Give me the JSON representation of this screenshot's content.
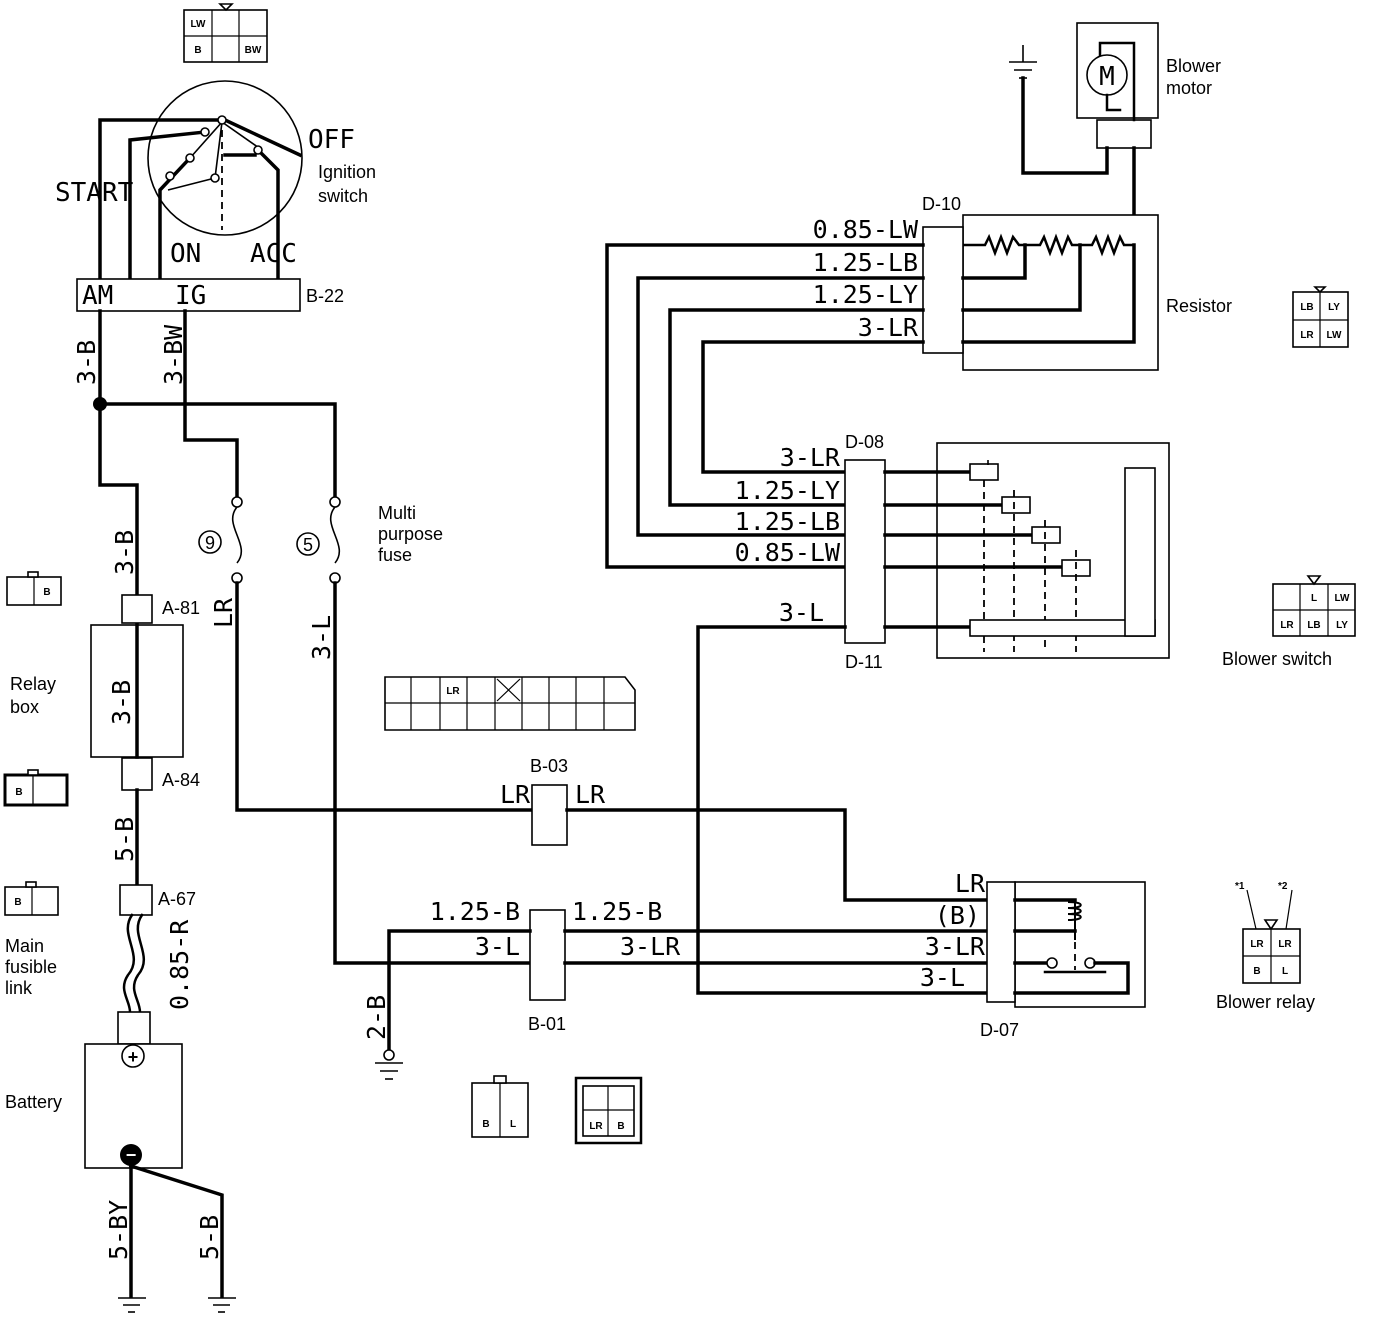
{
  "ignition": {
    "start": "START",
    "off": "OFF",
    "on": "ON",
    "acc": "ACC",
    "name": "Ignition\nswitch",
    "am": "AM",
    "ig": "IG",
    "connector": "B-22",
    "wire_am": "3-B",
    "wire_ig": "3-BW"
  },
  "fuse": {
    "title": "Multi\npurpose\nfuse",
    "num_a": "9",
    "num_b": "5",
    "wire_a": "LR",
    "wire_b": "3-L"
  },
  "relay_box": {
    "title": "Relay\nbox",
    "inner": "3-B",
    "top": "A-81",
    "bottom": "A-84",
    "wire_in": "3-B",
    "wire_out": "5-B"
  },
  "fusible_link": {
    "title": "Main\nfusible\nlink",
    "connector": "A-67",
    "wire": "0.85-R"
  },
  "battery": {
    "title": "Battery",
    "plus": "+",
    "minus": "−",
    "gnd_a": "5-BY",
    "gnd_b": "5-B"
  },
  "motor": {
    "title": "Blower\nmotor",
    "symbol": "M"
  },
  "resistor": {
    "title": "Resistor",
    "connector": "D-10",
    "wires": [
      "0.85-LW",
      "1.25-LB",
      "1.25-LY",
      "3-LR"
    ]
  },
  "blower_switch": {
    "title": "Blower switch",
    "top": "D-08",
    "bottom": "D-11",
    "wires": [
      "3-LR",
      "1.25-LY",
      "1.25-LB",
      "0.85-LW",
      "3-L"
    ]
  },
  "b03": {
    "connector": "B-03",
    "left": "LR",
    "right": "LR"
  },
  "b01": {
    "connector": "B-01",
    "left": [
      "1.25-B",
      "3-L"
    ],
    "right": [
      "1.25-B",
      "3-LR"
    ],
    "ground": "2-B"
  },
  "blower_relay": {
    "title": "Blower relay",
    "connector": "D-07",
    "wires": [
      "LR",
      "(B)",
      "3-LR",
      "3-L"
    ],
    "note1": "*1",
    "note2": "*2"
  },
  "connectors": {
    "ignition": [
      "LW",
      "B",
      "BW"
    ],
    "relay_box_top": [
      "B"
    ],
    "relay_box_bottom": [
      "B"
    ],
    "fusible": [
      "B"
    ],
    "multi": [
      "LR"
    ],
    "resistor": [
      "LB",
      "LY",
      "LR",
      "LW"
    ],
    "blower_switch": [
      "L",
      "LW",
      "LR",
      "LB",
      "LY"
    ],
    "blower_relay": [
      "LR",
      "LR",
      "B",
      "L"
    ],
    "b01_left": [
      "B",
      "L"
    ],
    "b01_right": [
      "LR",
      "B"
    ]
  }
}
